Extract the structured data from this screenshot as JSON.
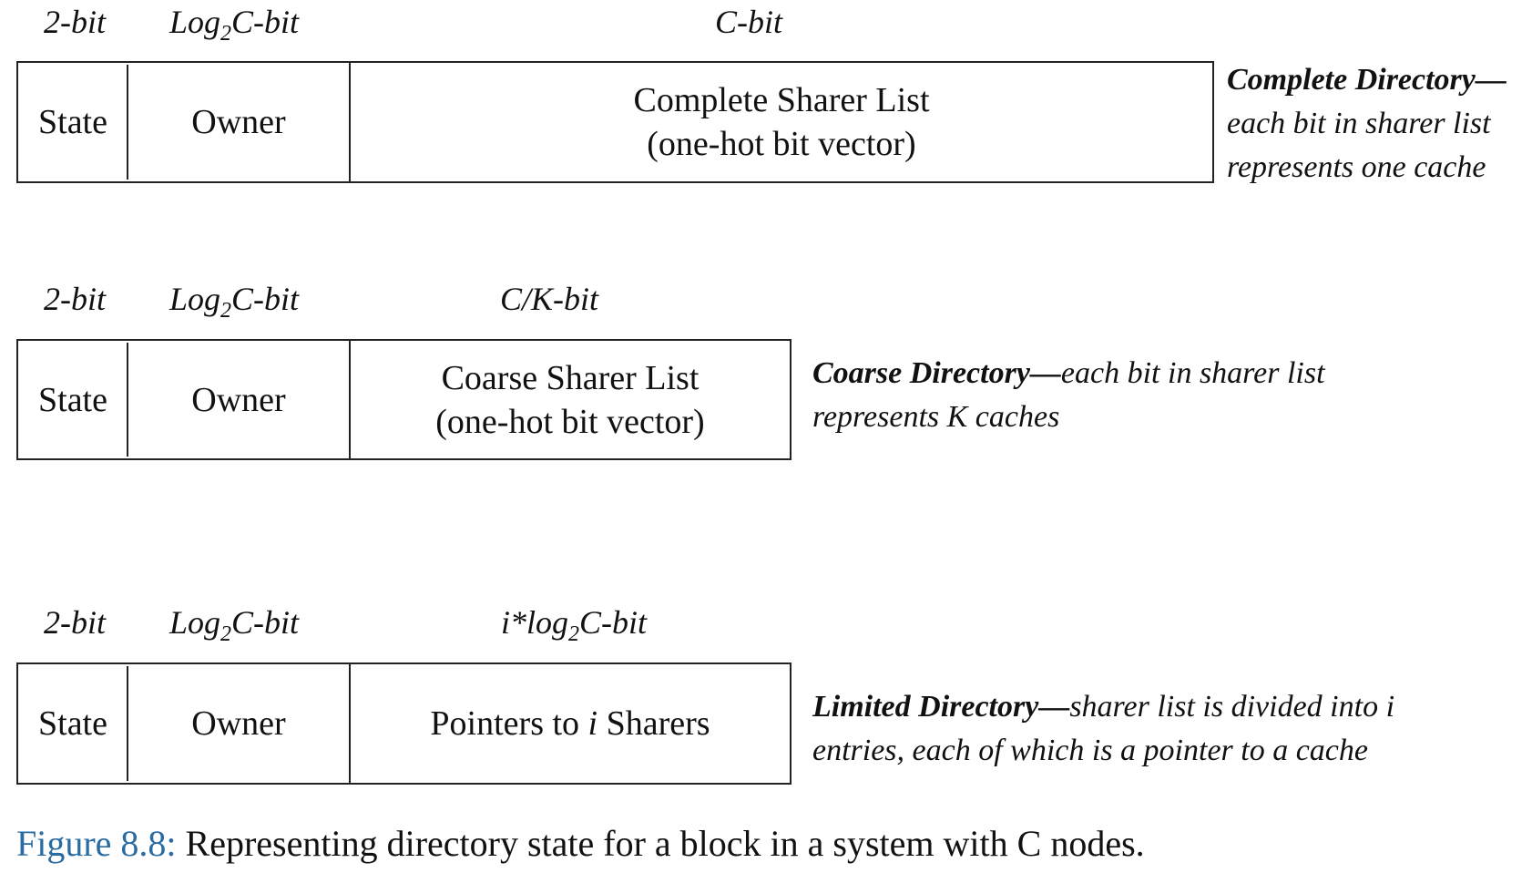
{
  "rows": [
    {
      "state_bits": "2-bit",
      "owner_bits_main": "Log",
      "owner_bits_sub": "2",
      "owner_bits_tail": "C-bit",
      "list_bits_pre": "",
      "list_bits_main": "C-bit",
      "list_bits_sub": "",
      "list_bits_tail": "",
      "state_label": "State",
      "owner_label": "Owner",
      "list_line1": "Complete Sharer List",
      "list_line2": "(one-hot bit vector)",
      "desc_title": "Complete Directory",
      "desc_dash": "—",
      "desc_line1_rest": "",
      "desc_line2": "each bit in sharer list",
      "desc_line3": "represents one cache"
    },
    {
      "state_bits": "2-bit",
      "owner_bits_main": "Log",
      "owner_bits_sub": "2",
      "owner_bits_tail": "C-bit",
      "list_bits_pre": "",
      "list_bits_main": "C/K-bit",
      "list_bits_sub": "",
      "list_bits_tail": "",
      "state_label": "State",
      "owner_label": "Owner",
      "list_line1": "Coarse Sharer List",
      "list_line2": "(one-hot bit vector)",
      "desc_title": "Coarse Directory",
      "desc_dash": "—",
      "desc_line1_rest": "each bit in sharer list",
      "desc_line2": "represents K caches",
      "desc_line3": ""
    },
    {
      "state_bits": "2-bit",
      "owner_bits_main": "Log",
      "owner_bits_sub": "2",
      "owner_bits_tail": "C-bit",
      "list_bits_pre": "i*log",
      "list_bits_main": "",
      "list_bits_sub": "2",
      "list_bits_tail": "C-bit",
      "state_label": "State",
      "owner_label": "Owner",
      "list_line1_pre": "Pointers to ",
      "list_line1_var": "i",
      "list_line1_post": " Sharers",
      "desc_title": "Limited Directory",
      "desc_dash": "—",
      "desc_line1_rest": "sharer list is divided into i",
      "desc_line2": "entries, each of which is a pointer to a cache",
      "desc_line3": ""
    }
  ],
  "caption": {
    "number": "Figure 8.8:",
    "text": " Representing directory state for a block in a system with C nodes."
  }
}
